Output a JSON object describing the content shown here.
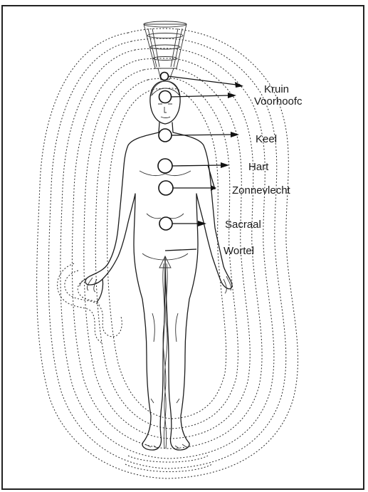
{
  "labels": {
    "kruin": "Kruin",
    "voorhoofd": "Voorhoofc",
    "keel": "Keel",
    "hart": "Hart",
    "zonnevlecht": "Zonnevlecht",
    "sacraal": "Sacraal",
    "wortel": "Wortel"
  },
  "colors": {
    "ink": "#1a1a1a",
    "frame": "#222222",
    "background": "#ffffff"
  }
}
